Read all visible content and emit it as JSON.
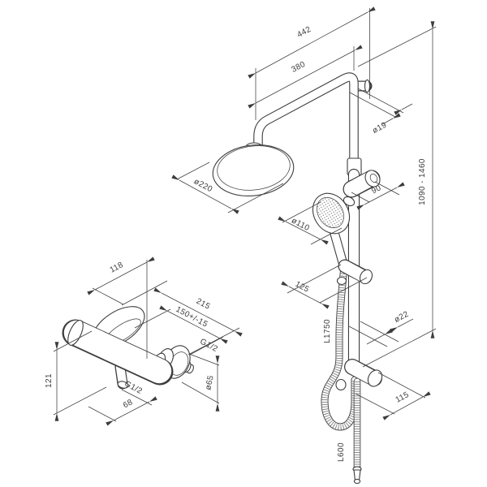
{
  "drawing": {
    "kind": "technical-dimension-drawing",
    "subject": "shower column with rain head, hand shower and wall-mounted mixer",
    "background": "#ffffff",
    "line_color": "#3d3d3d"
  },
  "labels": {
    "dim_442": "442",
    "dim_380": "380",
    "dia_riser": "ø19",
    "height_range": "1090 - 1460",
    "dim_90": "90",
    "dia_head": "ø220",
    "dia_handshower": "ø110",
    "dim_125": "125",
    "hose_main": "L1750",
    "dia_rail": "ø22",
    "dim_115": "115",
    "hose_outlet": "L600",
    "dim_118": "118",
    "dim_215": "215",
    "dim_150": "150+/-15",
    "thread_wall": "G1/2",
    "dim_121": "121",
    "dia_escutcheon": "ø65",
    "thread_outlet": "G1/2",
    "dim_68": "68"
  }
}
